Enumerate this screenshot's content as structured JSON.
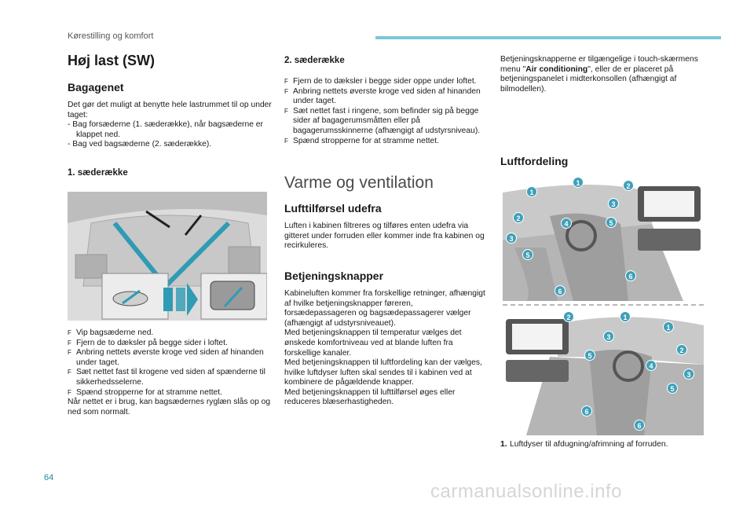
{
  "header": {
    "section": "Kørestilling og komfort"
  },
  "page_number": "64",
  "watermark": "carmanualsonline.info",
  "col1": {
    "title": "Høj last (SW)",
    "bagagenet_heading": "Bagagenet",
    "intro": "Det gør det muligt at benytte hele lastrummet til op under taget:",
    "dash1": "-  Bag forsæderne (1. sæderække), når bagsæderne er klappet ned.",
    "dash2": "-  Bag ved bagsæderne (2. sæderække).",
    "row1_heading": "1. sæderække",
    "bullets": [
      "Vip bagsæderne ned.",
      "Fjern de to dæksler på begge sider i loftet.",
      "Anbring nettets øverste kroge ved siden af hinanden under taget.",
      "Sæt nettet fast til krogene ved siden af spænderne til sikkerhedsselerne.",
      "Spænd stropperne for at stramme nettet."
    ],
    "outro": "Når nettet er i brug, kan bagsædernes ryglæn slås op og ned som normalt."
  },
  "col2": {
    "row2_heading": "2. sæderække",
    "bullets": [
      "Fjern de to dæksler i begge sider oppe under loftet.",
      "Anbring nettets øverste kroge ved siden af hinanden under taget.",
      "Sæt nettet fast i ringene, som befinder sig på begge sider af bagagerumsmåtten eller på bagagerumsskinnerne (afhængigt af udstyrsniveau).",
      "Spænd stropperne for at stramme nettet."
    ],
    "chapter": "Varme og ventilation",
    "air_heading": "Lufttilførsel udefra",
    "air_text": "Luften i kabinen filtreres og tilføres enten udefra via gitteret under forruden eller kommer inde fra kabinen og recirkuleres.",
    "controls_heading": "Betjeningsknapper",
    "controls_p1": "Kabineluften kommer fra forskellige retninger, afhængigt af hvilke betjeningsknapper føreren, forsædepassageren og bagsædepassagerer vælger (afhængigt af udstyrsniveauet).",
    "controls_p2": "Med betjeningsknappen til temperatur vælges det ønskede komfortniveau ved at blande luften fra forskellige kanaler.",
    "controls_p3": "Med betjeningsknappen til luftfordeling kan der vælges, hvilke luftdyser luften skal sendes til i kabinen ved at kombinere de pågældende knapper.",
    "controls_p4": "Med betjeningsknappen til lufttilførsel øges eller reduceres blæserhastigheden."
  },
  "col3": {
    "intro_a": "Betjeningsknapperne er tilgængelige i touch-skærmens menu \"",
    "intro_bold": "Air conditioning",
    "intro_b": "\", eller de er placeret på betjeningspanelet i midterkonsollen (afhængigt af bilmodellen).",
    "distribution_heading": "Luftfordeling",
    "caption_num": "1.",
    "caption_text": "Luftdyser til afdugning/afrimning af forruden."
  },
  "bullet_glyph": "F",
  "fig_labels": {
    "top": [
      "1",
      "1",
      "2",
      "3",
      "2",
      "4",
      "5",
      "3",
      "5",
      "6",
      "6"
    ],
    "bottom": [
      "2",
      "1",
      "1",
      "3",
      "2",
      "5",
      "4",
      "3",
      "5",
      "6",
      "6"
    ]
  },
  "colors": {
    "accent": "#79c9d9",
    "callout": "#3fa0b8",
    "callout_text": "#ffffff"
  }
}
